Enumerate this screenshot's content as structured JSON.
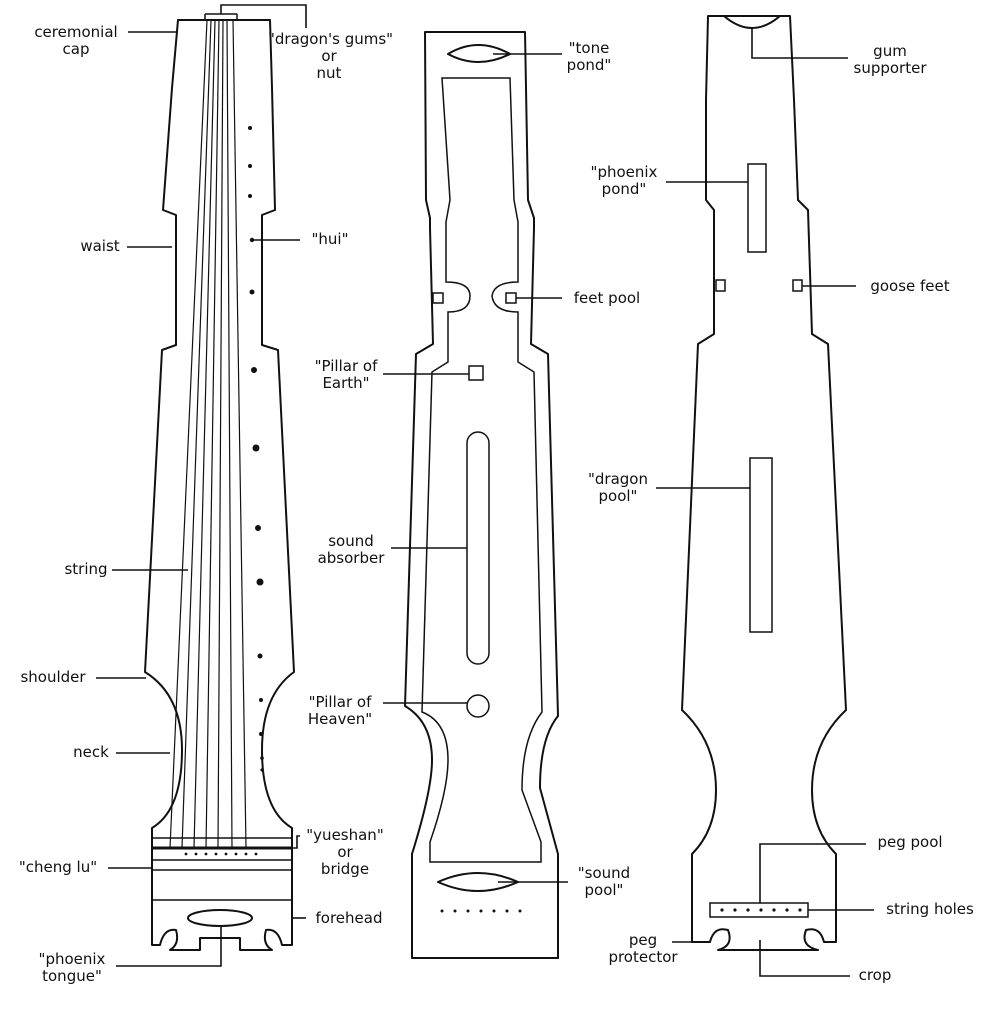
{
  "labels": {
    "ceremonial_cap": "ceremonial\ncap",
    "dragons_gums": "\"dragon's gums\"\nor\nnut",
    "hui": "\"hui\"",
    "waist": "waist",
    "string": "string",
    "shoulder": "shoulder",
    "neck": "neck",
    "yueshan": "\"yueshan\"\nor\nbridge",
    "cheng_lu": "\"cheng lu\"",
    "forehead": "forehead",
    "phoenix_tongue": "\"phoenix\ntongue\"",
    "tone_pond": "\"tone\npond\"",
    "feet_pool": "feet pool",
    "pillar_earth": "\"Pillar of\nEarth\"",
    "sound_absorber": "sound\nabsorber",
    "pillar_heaven": "\"Pillar of\nHeaven\"",
    "sound_pool": "\"sound\npool\"",
    "gum_supporter": "gum\nsupporter",
    "phoenix_pond": "\"phoenix\npond\"",
    "goose_feet": "goose feet",
    "dragon_pool": "\"dragon\npool\"",
    "peg_pool": "peg pool",
    "string_holes": "string holes",
    "peg_protector": "peg\nprotector",
    "crop": "crop"
  }
}
